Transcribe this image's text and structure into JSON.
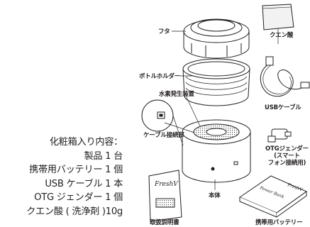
{
  "labels": {
    "lid": "フタ",
    "citric_acid": "クエン酸",
    "bottle_holder": "ボトルホルダー",
    "generator": "水素発生装置",
    "usb_cable": "USBケーブル",
    "cable_port": "ケーブル接続部",
    "otg_gender": "OTGジェンダー\n(スマート\nフォン接続用)",
    "body": "本体",
    "manual": "取扱説明書",
    "battery": "携帯用バッテリー"
  },
  "product_text": {
    "manual_brand": "FreshV",
    "battery_brand": "FreshV",
    "battery_text": "Power Bank"
  },
  "contents": {
    "title": "化粧箱入り内容：",
    "items": [
      "製品 1 台",
      "携帯用バッテリー 1 個",
      "USB ケーブル 1 本",
      "OTG ジェンダー 1 個",
      "クエン酸 ( 洗浄剤 )10g"
    ]
  }
}
